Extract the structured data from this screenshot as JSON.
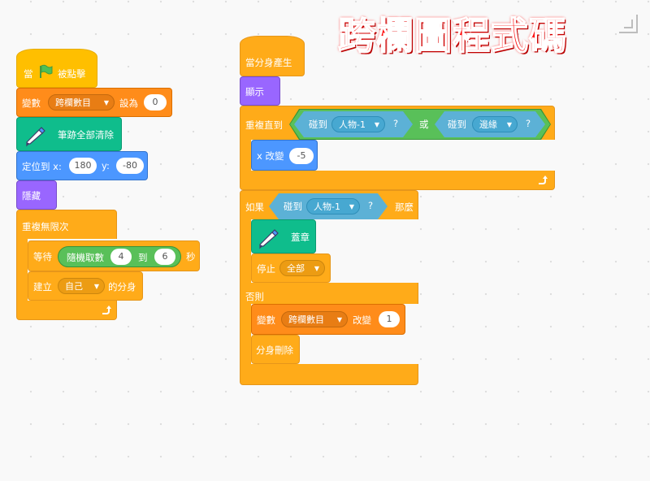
{
  "overlay_title": "跨欄圖程式碼",
  "script1": {
    "when_flag": {
      "pre": "當",
      "post": "被點擊"
    },
    "set_var": {
      "label": "變數",
      "var": "跨欄數目",
      "to": "設為",
      "value": "0"
    },
    "pen_clear": "筆跡全部清除",
    "goto": {
      "label": "定位到 x:",
      "x": "180",
      "ylabel": "y:",
      "y": "-80"
    },
    "hide": "隱藏",
    "forever": "重複無限次",
    "wait": {
      "label": "等待",
      "rand": "隨機取數",
      "from": "4",
      "to_word": "到",
      "to": "6",
      "unit": "秒"
    },
    "create_clone": {
      "label": "建立",
      "target": "自己",
      "suffix": "的分身"
    }
  },
  "script2": {
    "clone_start": "當分身產生",
    "show": "顯示",
    "repeat_until": {
      "label": "重複直到",
      "touch1": {
        "word": "碰到",
        "target": "人物-1",
        "q": "?"
      },
      "or": "或",
      "touch2": {
        "word": "碰到",
        "target": "邊緣",
        "q": "?"
      }
    },
    "change_x": {
      "label": "x 改變",
      "value": "-5"
    },
    "if_else": {
      "if": "如果",
      "touch": {
        "word": "碰到",
        "target": "人物-1",
        "q": "?"
      },
      "then": "那麼",
      "else": "否則"
    },
    "stamp": "蓋章",
    "stop": {
      "label": "停止",
      "option": "全部"
    },
    "change_var": {
      "label": "變數",
      "var": "跨欄數目",
      "change": "改變",
      "value": "1"
    },
    "delete_clone": "分身刪除"
  },
  "colors": {
    "events": "#ffbf00",
    "control": "#ffab19",
    "variables": "#ff8c1a",
    "pen": "#0fbd8c",
    "motion": "#4c97ff",
    "looks": "#9966ff",
    "sensing": "#5cb1d6",
    "operators": "#59c059",
    "title": "#ff1111"
  },
  "icons": [
    "green-flag-icon",
    "pen-icon",
    "loop-arrow-icon",
    "dropdown-caret-icon",
    "fullscreen-icon"
  ]
}
